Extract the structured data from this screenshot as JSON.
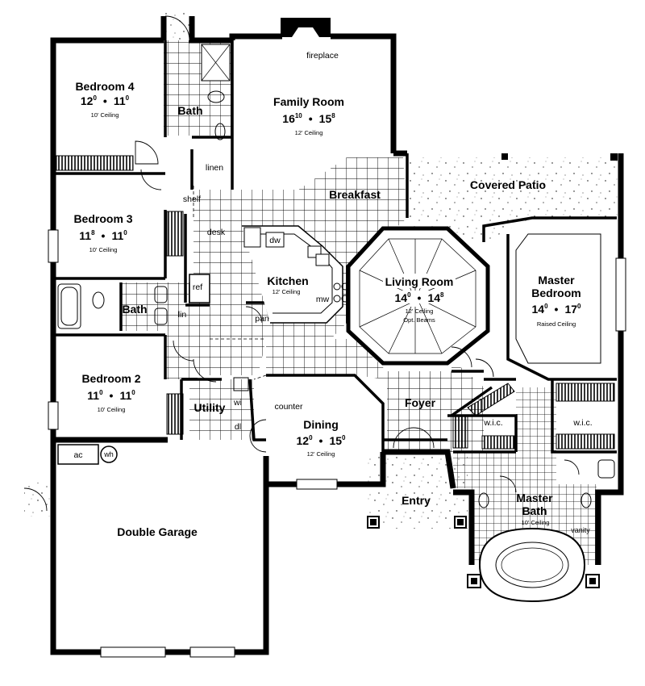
{
  "rooms": {
    "bedroom4": {
      "name": "Bedroom 4",
      "dim_w": "12",
      "dim_w_sup": "0",
      "dim_h": "11",
      "dim_h_sup": "0",
      "ceiling": "10' Ceiling"
    },
    "bedroom3": {
      "name": "Bedroom 3",
      "dim_w": "11",
      "dim_w_sup": "8",
      "dim_h": "11",
      "dim_h_sup": "0",
      "ceiling": "10' Ceiling"
    },
    "bedroom2": {
      "name": "Bedroom 2",
      "dim_w": "11",
      "dim_w_sup": "0",
      "dim_h": "11",
      "dim_h_sup": "0",
      "ceiling": "10' Ceiling"
    },
    "family": {
      "name": "Family Room",
      "dim_w": "16",
      "dim_w_sup": "10",
      "dim_h": "15",
      "dim_h_sup": "8",
      "ceiling": "12' Ceiling"
    },
    "living": {
      "name": "Living Room",
      "dim_w": "14",
      "dim_w_sup": "0",
      "dim_h": "14",
      "dim_h_sup": "8",
      "ceiling": "12' Ceiling",
      "ceiling2": "Opt. Beams"
    },
    "master_bed": {
      "name_line1": "Master",
      "name_line2": "Bedroom",
      "dim_w": "14",
      "dim_w_sup": "0",
      "dim_h": "17",
      "dim_h_sup": "0",
      "ceiling": "Raised Ceiling"
    },
    "dining": {
      "name": "Dining",
      "dim_w": "12",
      "dim_w_sup": "0",
      "dim_h": "15",
      "dim_h_sup": "0",
      "ceiling": "12' Ceiling"
    },
    "kitchen": {
      "name": "Kitchen",
      "ceiling": "12' Ceiling"
    },
    "master_bath": {
      "name_line1": "Master",
      "name_line2": "Bath",
      "ceiling": "10' Ceiling"
    }
  },
  "labels": {
    "fireplace": "fireplace",
    "bath_top": "Bath",
    "bath_mid": "Bath",
    "linen": "linen",
    "shelf": "shelf",
    "desk": "desk",
    "dw": "dw",
    "ref": "ref",
    "mw": "mw",
    "pan": "pan",
    "lin": "lin",
    "breakfast": "Breakfast",
    "covered_patio": "Covered  Patio",
    "foyer": "Foyer",
    "entry": "Entry",
    "counter": "counter",
    "utility": "Utility",
    "wi": "wi",
    "dl": "dl",
    "wic_left": "w.i.c.",
    "wic_right": "w.i.c.",
    "vanity": "vanity",
    "ac": "ac",
    "wh": "wh",
    "garage": "Double Garage",
    "dot": "•"
  }
}
